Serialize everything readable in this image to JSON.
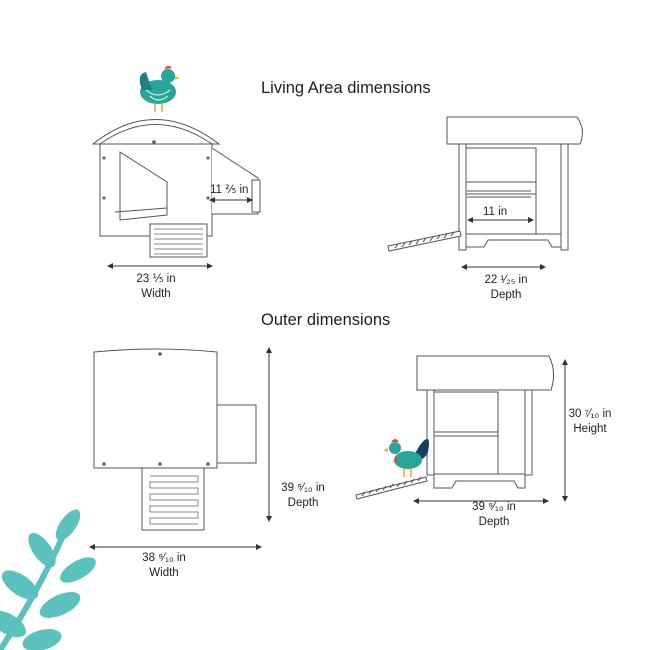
{
  "headings": {
    "living": "Living Area dimensions",
    "outer": "Outer dimensions"
  },
  "living_area": {
    "front_inner": "11 ⅖ in",
    "front_width_value": "23 ⅕ in",
    "front_width_label": "Width",
    "side_inner": "11 in",
    "side_depth_value": "22 ¹⁄₂₅ in",
    "side_depth_label": "Depth"
  },
  "outer": {
    "top_depth_value": "39 ⁹⁄₁₀ in",
    "top_depth_label": "Depth",
    "top_width_value": "38 ⁹⁄₁₀ in",
    "top_width_label": "Width",
    "side_height_value": "30 ⁷⁄₁₀ in",
    "side_height_label": "Height",
    "side_depth_value": "39 ⁹⁄₁₀ in",
    "side_depth_label": "Depth"
  },
  "colors": {
    "accent_leaf": "#5bc1bd",
    "chicken_body": "#2aa59a",
    "chicken_comb": "#e14a3a",
    "line": "#333333"
  }
}
